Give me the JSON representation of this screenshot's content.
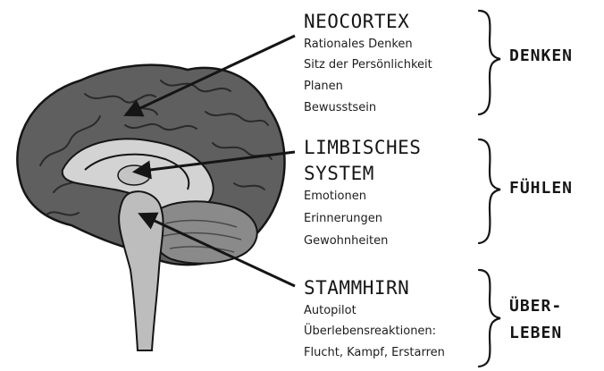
{
  "regions": [
    {
      "title": "NEOCORTEX",
      "items": [
        "Rationales Denken",
        "Sitz der Persönlichkeit",
        "Planen",
        "Bewusstsein"
      ],
      "function": "DENKEN"
    },
    {
      "title_lines": [
        "LIMBISCHES",
        "SYSTEM"
      ],
      "items": [
        "Emotionen",
        "Erinnerungen",
        "Gewohnheiten"
      ],
      "function": "FÜHLEN"
    },
    {
      "title": "STAMMHIRN",
      "items": [
        "Autopilot",
        "Überlebensreaktionen:",
        "Flucht, Kampf, Erstarren"
      ],
      "function_lines": [
        "ÜBER-",
        "LEBEN"
      ]
    }
  ],
  "colors": {
    "cortex": "#5f5f5f",
    "limbic": "#d3d3d3",
    "brainstem": "#bdbdbd",
    "cerebellum": "#8a8a8a",
    "ink": "#151515"
  }
}
